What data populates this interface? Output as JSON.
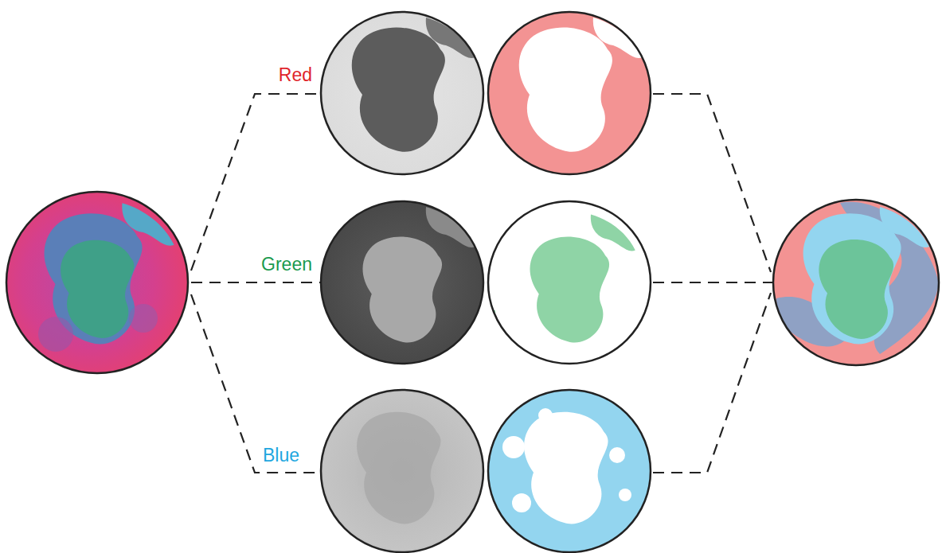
{
  "diagram": {
    "labels": [
      "Red",
      "Green",
      "Blue"
    ]
  }
}
